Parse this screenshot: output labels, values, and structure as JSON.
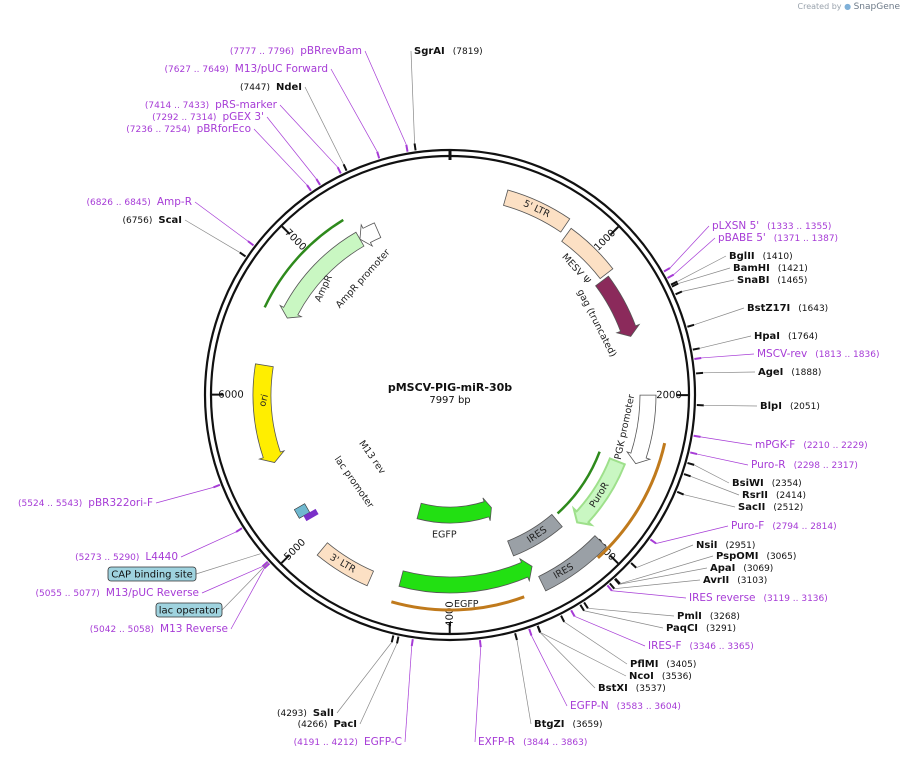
{
  "credit": {
    "prefix": "Created by",
    "brand": "SnapGene"
  },
  "plasmid": {
    "name": "pMSCV-PIG-miR-30b",
    "size_label": "7997 bp",
    "length": 7997
  },
  "tick_labels": [
    "1000",
    "2000",
    "3000",
    "4000",
    "5000",
    "6000",
    "7000"
  ],
  "colors": {
    "enzyme": "#111111",
    "primer": "#a63bd6",
    "ltr": "#fce0c4",
    "gag": "#8b2a5b",
    "promoter": "#ffffff",
    "puro": "#c9f7c2",
    "ires": "#9aa0a6",
    "egfp": "#22e012",
    "ori": "#ffee00",
    "ampr": "#c9f7c2",
    "orf_green": "#2e8a1c",
    "orf_orange": "#c07a1c",
    "misc_box": "#9fd3df"
  },
  "enzymes": [
    {
      "name": "SgrAI",
      "pos": "(7819)"
    },
    {
      "name": "NdeI",
      "pos": "(7447)"
    },
    {
      "name": "ScaI",
      "pos": "(6756)"
    },
    {
      "name": "BglII",
      "pos": "(1410)"
    },
    {
      "name": "BamHI",
      "pos": "(1421)"
    },
    {
      "name": "SnaBI",
      "pos": "(1465)"
    },
    {
      "name": "BstZ17I",
      "pos": "(1643)"
    },
    {
      "name": "HpaI",
      "pos": "(1764)"
    },
    {
      "name": "AgeI",
      "pos": "(1888)"
    },
    {
      "name": "BlpI",
      "pos": "(2051)"
    },
    {
      "name": "BsiWI",
      "pos": "(2354)"
    },
    {
      "name": "RsrII",
      "pos": "(2414)"
    },
    {
      "name": "SacII",
      "pos": "(2512)"
    },
    {
      "name": "NsiI",
      "pos": "(2951)"
    },
    {
      "name": "PspOMI",
      "pos": "(3065)"
    },
    {
      "name": "ApaI",
      "pos": "(3069)"
    },
    {
      "name": "AvrII",
      "pos": "(3103)"
    },
    {
      "name": "PmlI",
      "pos": "(3268)"
    },
    {
      "name": "PaqCI",
      "pos": "(3291)"
    },
    {
      "name": "PflMI",
      "pos": "(3405)"
    },
    {
      "name": "NcoI",
      "pos": "(3536)"
    },
    {
      "name": "BstXI",
      "pos": "(3537)"
    },
    {
      "name": "BtgZI",
      "pos": "(3659)"
    },
    {
      "name": "SalI",
      "pos": "(4293)"
    },
    {
      "name": "PacI",
      "pos": "(4266)"
    }
  ],
  "primers": [
    {
      "name": "pBRrevBam",
      "range": "(7777 .. 7796)"
    },
    {
      "name": "M13/pUC Forward",
      "range": "(7627 .. 7649)"
    },
    {
      "name": "pRS-marker",
      "range": "(7414 .. 7433)"
    },
    {
      "name": "pGEX 3'",
      "range": "(7292 .. 7314)"
    },
    {
      "name": "pBRforEco",
      "range": "(7236 .. 7254)"
    },
    {
      "name": "Amp-R",
      "range": "(6826 .. 6845)"
    },
    {
      "name": "pLXSN 5'",
      "range": "(1333 .. 1355)"
    },
    {
      "name": "pBABE 5'",
      "range": "(1371 .. 1387)"
    },
    {
      "name": "MSCV-rev",
      "range": "(1813 .. 1836)"
    },
    {
      "name": "mPGK-F",
      "range": "(2210 .. 2229)"
    },
    {
      "name": "Puro-R",
      "range": "(2298 .. 2317)"
    },
    {
      "name": "Puro-F",
      "range": "(2794 .. 2814)"
    },
    {
      "name": "IRES reverse",
      "range": "(3119 .. 3136)"
    },
    {
      "name": "IRES-F",
      "range": "(3346 .. 3365)"
    },
    {
      "name": "EGFP-N",
      "range": "(3583 .. 3604)"
    },
    {
      "name": "EXFP-R",
      "range": "(3844 .. 3863)"
    },
    {
      "name": "EGFP-C",
      "range": "(4191 .. 4212)"
    },
    {
      "name": "pBR322ori-F",
      "range": "(5524 .. 5543)"
    },
    {
      "name": "L4440",
      "range": "(5273 .. 5290)"
    },
    {
      "name": "M13/pUC Reverse",
      "range": "(5055 .. 5077)"
    },
    {
      "name": "M13 Reverse",
      "range": "(5042 .. 5058)"
    }
  ],
  "misc_features": [
    {
      "name": "CAP binding site"
    },
    {
      "name": "lac operator"
    }
  ],
  "features": [
    {
      "name": "5' LTR"
    },
    {
      "name": "MESV Ψ"
    },
    {
      "name": "gag (truncated)"
    },
    {
      "name": "PGK promoter"
    },
    {
      "name": "PuroR"
    },
    {
      "name": "IRES"
    },
    {
      "name": "EGFP"
    },
    {
      "name": "IRES"
    },
    {
      "name": "EGFP"
    },
    {
      "name": "3' LTR"
    },
    {
      "name": "lac promoter"
    },
    {
      "name": "M13 rev"
    },
    {
      "name": "ori"
    },
    {
      "name": "AmpR"
    },
    {
      "name": "AmpR promoter"
    }
  ]
}
